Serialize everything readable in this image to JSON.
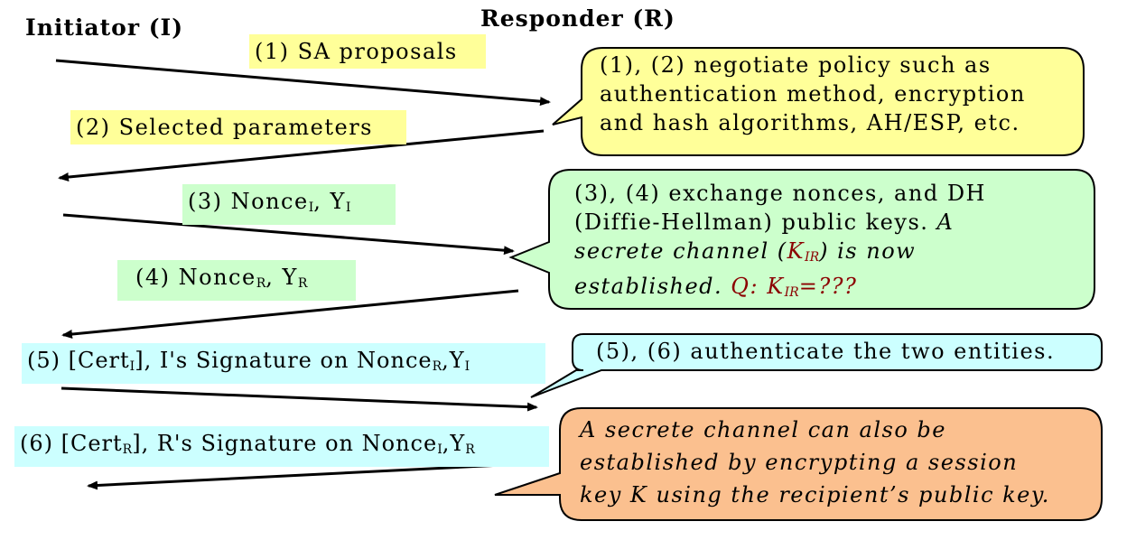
{
  "actors": {
    "initiator": "Initiator (I)",
    "responder": "Responder (R)"
  },
  "messages": {
    "m1": "(1) SA proposals",
    "m2": "(2) Selected parameters",
    "m3": {
      "prefix": "(3) Nonce",
      "sub1": "I",
      "mid": ", Y",
      "sub2": "I"
    },
    "m4": {
      "prefix": "(4) Nonce",
      "sub1": "R",
      "mid": ", Y",
      "sub2": "R"
    },
    "m5": {
      "a": "(5) [Cert",
      "sub1": "I",
      "b": "], I's Signature on Nonce",
      "sub2": "R",
      "c": ",Y",
      "sub3": "I"
    },
    "m6": {
      "a": "(6) [Cert",
      "sub1": "R",
      "b": "], R's Signature on Nonce",
      "sub2": "I",
      "c": ",Y",
      "sub3": "R"
    }
  },
  "notes": {
    "n1": [
      "(1), (2) negotiate policy such as",
      "authentication method, encryption",
      "and hash algorithms, AH/ESP, etc."
    ],
    "n2": {
      "line1": "(3), (4) exchange nonces, and DH",
      "line2a": "(Diffie-Hellman) public keys. ",
      "line2b": "A",
      "line3a": "secrete channel (",
      "k": "K",
      "ksub": "IR",
      "line3b": ") is now",
      "line4a": "established. ",
      "q": "Q: ",
      "k2": "K",
      "k2sub": "IR",
      "q2": "=???"
    },
    "n3": "(5), (6) authenticate the two entities.",
    "n4": [
      "A secrete channel can also be",
      "established by encrypting a session",
      "key K using the recipient’s public key."
    ]
  },
  "colors": {
    "yellow": "#ffff99",
    "green": "#ccffcc",
    "cyan": "#ccffff",
    "orange": "#fbc08f",
    "dark_red": "#8b0000"
  }
}
